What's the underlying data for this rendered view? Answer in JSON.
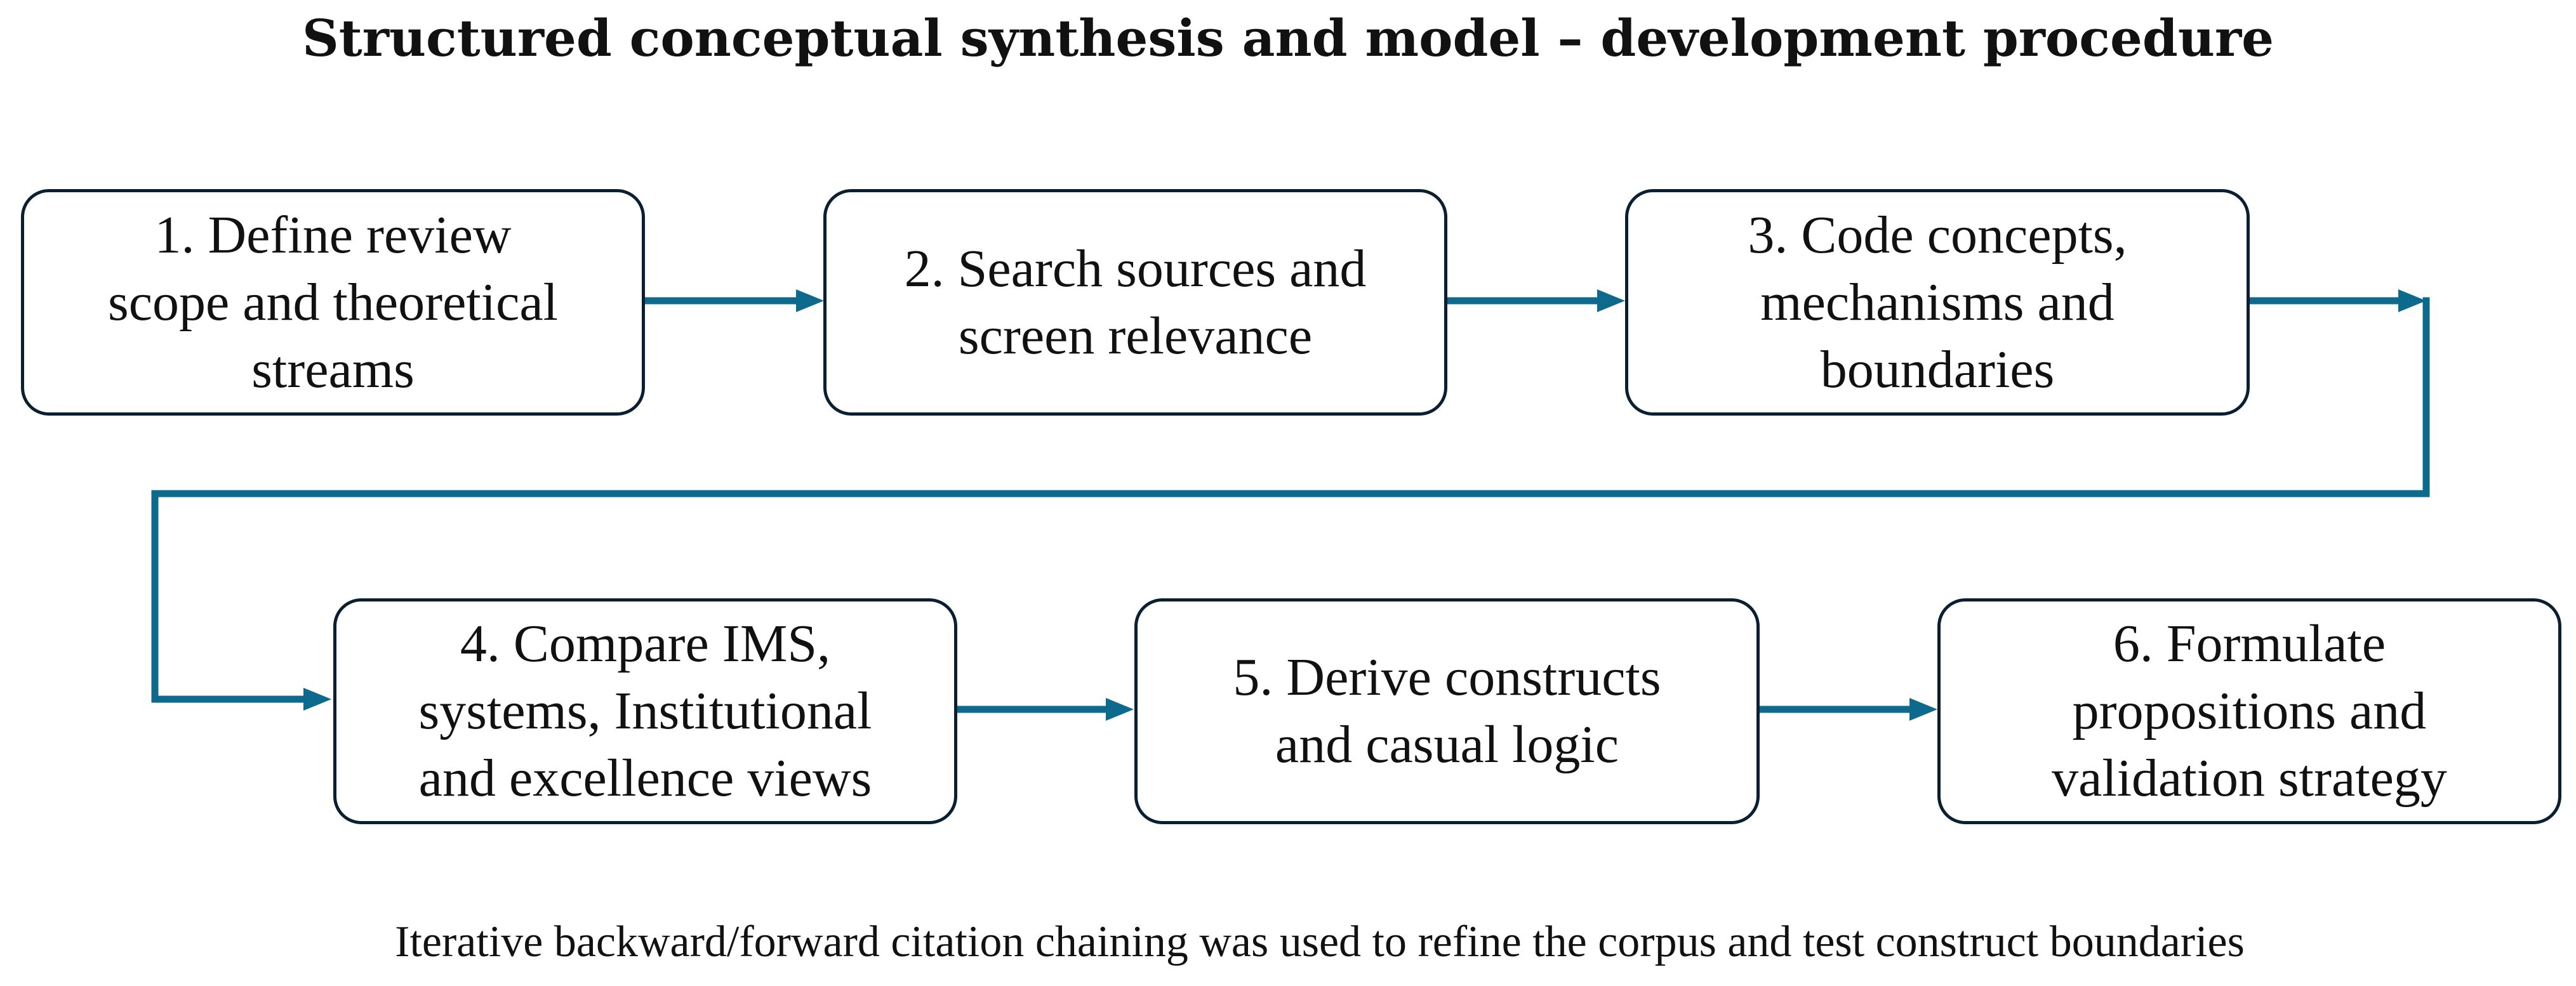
{
  "title": "Structured conceptual synthesis and model – development procedure",
  "steps": [
    {
      "label": "1. Define review\nscope and theoretical\nstreams"
    },
    {
      "label": "2. Search sources and\nscreen relevance"
    },
    {
      "label": "3. Code concepts,\nmechanisms and\nboundaries"
    },
    {
      "label": "4. Compare IMS,\nsystems, Institutional\nand excellence views"
    },
    {
      "label": "5. Derive constructs\nand casual logic"
    },
    {
      "label": "6. Formulate\npropositions and\nvalidation strategy"
    }
  ],
  "footnote": "Iterative backward/forward citation chaining was used to refine the corpus and test construct boundaries",
  "colors": {
    "connector": "#0d6a8c",
    "box_border": "#0b1f33",
    "text": "#111111"
  }
}
